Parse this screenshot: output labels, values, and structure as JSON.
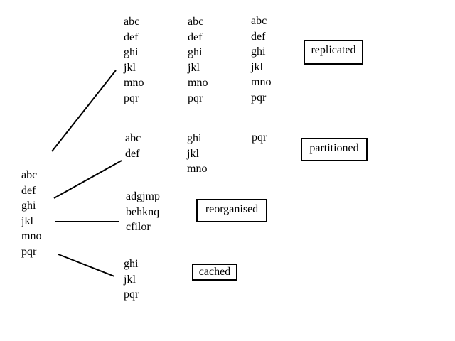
{
  "source": {
    "items": [
      "abc",
      "def",
      "ghi",
      "jkl",
      "mno",
      "pqr"
    ]
  },
  "replicated": {
    "label": "replicated",
    "copies": [
      [
        "abc",
        "def",
        "ghi",
        "jkl",
        "mno",
        "pqr"
      ],
      [
        "abc",
        "def",
        "ghi",
        "jkl",
        "mno",
        "pqr"
      ],
      [
        "abc",
        "def",
        "ghi",
        "jkl",
        "mno",
        "pqr"
      ]
    ]
  },
  "partitioned": {
    "label": "partitioned",
    "parts": [
      [
        "abc",
        "def"
      ],
      [
        "ghi",
        "jkl",
        "mno"
      ],
      [
        "pqr"
      ]
    ]
  },
  "reorganised": {
    "label": "reorganised",
    "items": [
      "adgjmp",
      "behknq",
      "cfilor"
    ]
  },
  "cached": {
    "label": "cached",
    "items": [
      "ghi",
      "jkl",
      "pqr"
    ]
  }
}
